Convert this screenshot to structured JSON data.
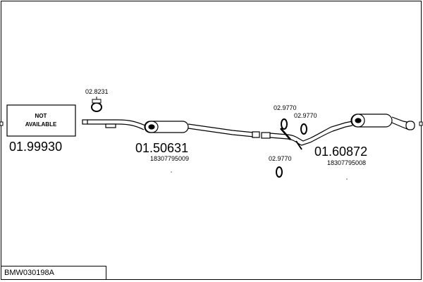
{
  "reference": "BMW030198A",
  "parts": {
    "front": {
      "box_line1": "NOT",
      "box_line2": "AVAILABLE",
      "number": "01.99930"
    },
    "clamp_front": {
      "number": "02.8231"
    },
    "middle": {
      "number": "01.50631",
      "oem": "18307795009"
    },
    "ring_top_left": {
      "number": "02.9770"
    },
    "ring_top_right": {
      "number": "02.9770"
    },
    "ring_bottom": {
      "number": "02.9770"
    },
    "rear": {
      "number": "01.60872",
      "oem": "18307795008"
    }
  }
}
